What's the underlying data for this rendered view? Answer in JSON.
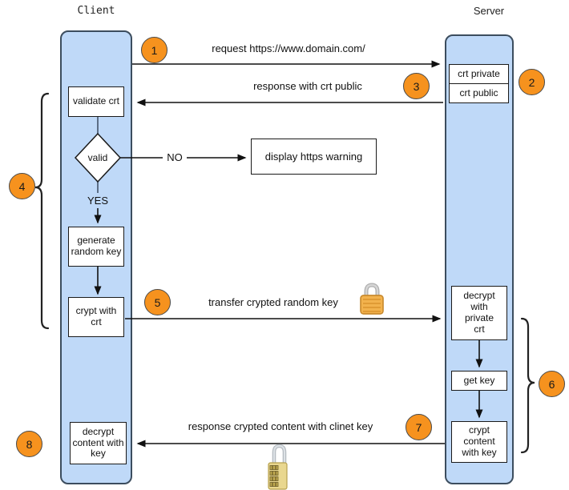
{
  "titles": {
    "client": "Client",
    "server": "Server"
  },
  "markers": {
    "m1": "1",
    "m2": "2",
    "m3": "3",
    "m4": "4",
    "m5": "5",
    "m6": "6",
    "m7": "7",
    "m8": "8"
  },
  "messages": {
    "request": "request https://www.domain.com/",
    "response_public": "response with crt public",
    "transfer_key": "transfer crypted random key",
    "response_content": "response crypted content with clinet key"
  },
  "client_boxes": {
    "validate": "validate crt",
    "generate": "generate random key",
    "crypt": "crypt with crt",
    "decrypt": "decrypt content with key"
  },
  "server_boxes": {
    "crt_private": "crt private",
    "crt_public": "crt public",
    "decrypt": "decrypt with private crt",
    "get_key": "get key",
    "crypt": "crypt content with key"
  },
  "decision": {
    "label": "valid",
    "no": "NO",
    "yes": "YES"
  },
  "warning": "display https warning",
  "icons": {
    "transfer_lock": "closed-padlock",
    "content_lock": "combination-padlock"
  },
  "colors": {
    "column_fill": "#BFD9F8",
    "column_border": "#3C4D5E",
    "marker_fill": "#F6921E",
    "lock_gold": "#F2B24D",
    "line": "#1a1a1a"
  }
}
